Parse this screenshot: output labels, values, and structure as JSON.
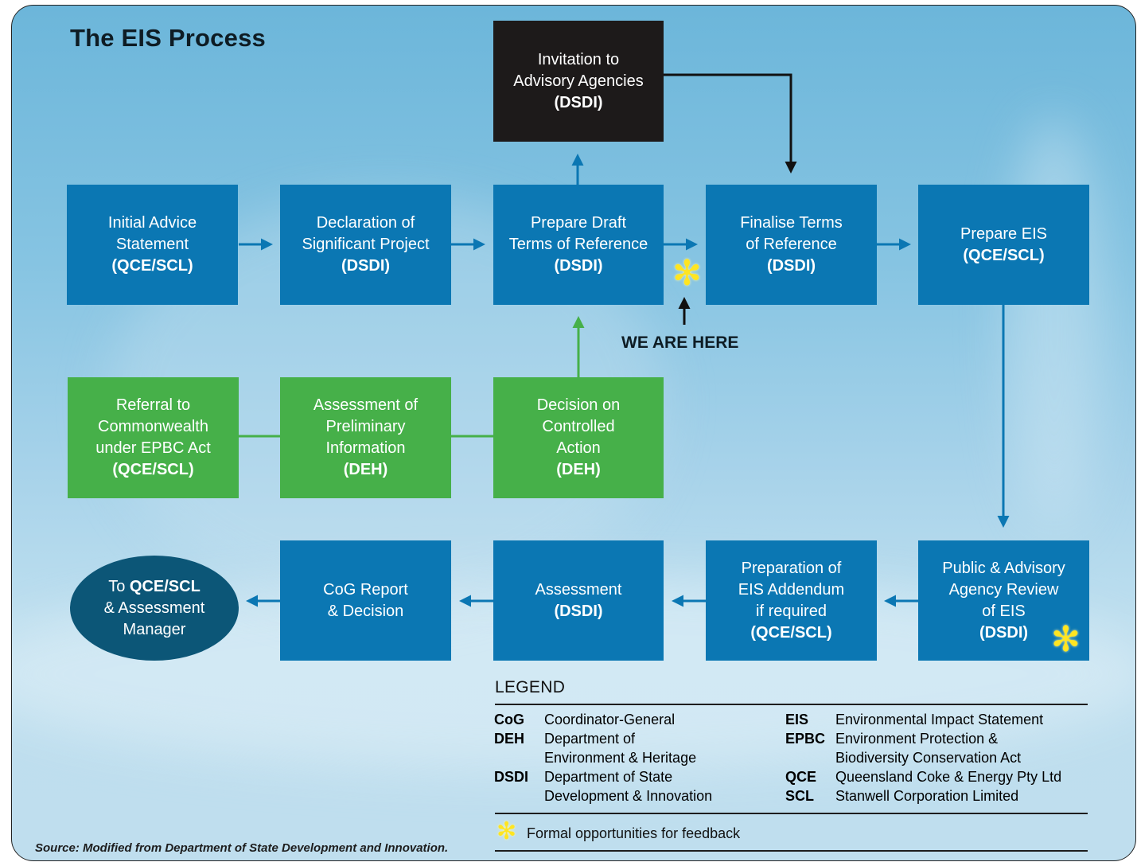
{
  "title": "The EIS Process",
  "boxes": {
    "invitation": {
      "lines": [
        "Invitation to",
        "Advisory Agencies"
      ],
      "bold": "(DSDI)"
    },
    "initial_advice": {
      "lines": [
        "Initial Advice",
        "Statement"
      ],
      "bold": "(QCE/SCL)"
    },
    "declaration": {
      "lines": [
        "Declaration of",
        "Significant Project"
      ],
      "bold": "(DSDI)"
    },
    "draft_tor": {
      "lines": [
        "Prepare Draft",
        "Terms of Reference"
      ],
      "bold": "(DSDI)"
    },
    "finalise_tor": {
      "lines": [
        "Finalise Terms",
        "of Reference"
      ],
      "bold": "(DSDI)"
    },
    "prepare_eis": {
      "lines": [
        "Prepare EIS"
      ],
      "bold": "(QCE/SCL)"
    },
    "referral": {
      "lines": [
        "Referral to",
        "Commonwealth",
        "under EPBC Act"
      ],
      "bold": "(QCE/SCL)"
    },
    "assessment_prelim": {
      "lines": [
        "Assessment of",
        "Preliminary",
        "Information"
      ],
      "bold": "(DEH)"
    },
    "decision_controlled": {
      "lines": [
        "Decision on",
        "Controlled",
        "Action"
      ],
      "bold": "(DEH)"
    },
    "to_qce": {
      "prefix": "To ",
      "bold": "QCE/SCL",
      "lines": [
        "& Assessment",
        "Manager"
      ]
    },
    "cog_report": {
      "lines": [
        "CoG Report",
        "& Decision"
      ],
      "bold": ""
    },
    "assessment": {
      "lines": [
        "Assessment"
      ],
      "bold": "(DSDI)"
    },
    "addendum": {
      "lines": [
        "Preparation of",
        "EIS Addendum",
        "if required"
      ],
      "bold": "(QCE/SCL)"
    },
    "public_review": {
      "lines": [
        "Public & Advisory",
        "Agency Review",
        "of EIS"
      ],
      "bold": "(DSDI)"
    }
  },
  "we_are_here": "WE ARE HERE",
  "legend": {
    "title": "LEGEND",
    "left": [
      {
        "abbr": "CoG",
        "def": [
          "Coordinator-General"
        ]
      },
      {
        "abbr": "DEH",
        "def": [
          "Department of",
          "Environment & Heritage"
        ]
      },
      {
        "abbr": "DSDI",
        "def": [
          "Department of State",
          "Development & Innovation"
        ]
      }
    ],
    "right": [
      {
        "abbr": "EIS",
        "def": [
          "Environmental Impact Statement"
        ]
      },
      {
        "abbr": "EPBC",
        "def": [
          "Environment Protection &",
          "Biodiversity Conservation Act"
        ]
      },
      {
        "abbr": "QCE",
        "def": [
          "Queensland Coke & Energy Pty Ltd"
        ]
      },
      {
        "abbr": "SCL",
        "def": [
          "Stanwell Corporation Limited"
        ]
      }
    ],
    "feedback": "Formal opportunities for feedback"
  },
  "source": "Source: Modified from Department of  State Development and Innovation.",
  "colors": {
    "blue": "#0b77b3",
    "green": "#46b049",
    "black": "#1d1a1a",
    "oval": "#0c5677",
    "star": "#ffe521"
  }
}
